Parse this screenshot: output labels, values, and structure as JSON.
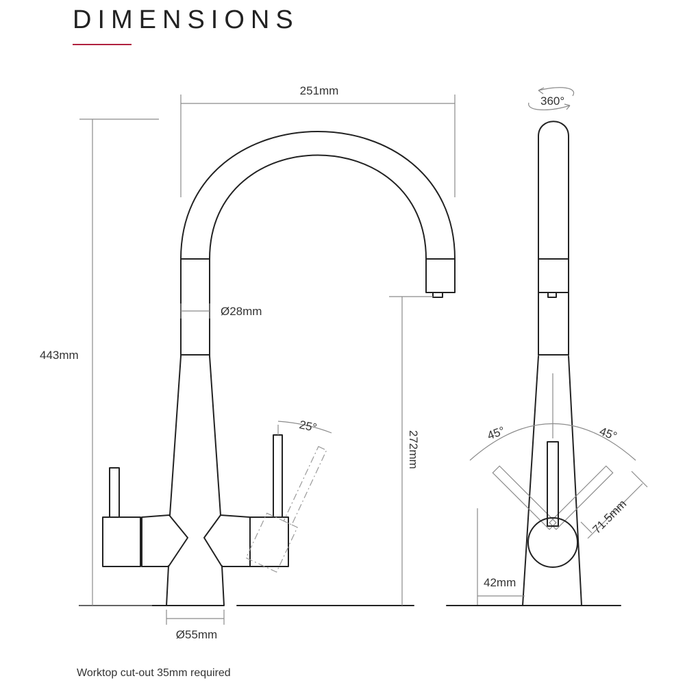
{
  "header": {
    "title": "DIMENSIONS"
  },
  "dimensions": {
    "width": "251mm",
    "height": "443mm",
    "spout_diameter": "Ø28mm",
    "spout_height": "272mm",
    "base_diameter": "Ø55mm",
    "handle_travel_angle": "25°",
    "swivel": "360°",
    "handle_angle_left": "45°",
    "handle_angle_right": "45°",
    "handle_length": "71.5mm",
    "handle_offset": "42mm"
  },
  "footer": {
    "note": "Worktop cut-out 35mm required"
  },
  "colors": {
    "accent_rule": "#b0213f",
    "outline": "#222222",
    "dimension_line": "#8a8a8a"
  }
}
